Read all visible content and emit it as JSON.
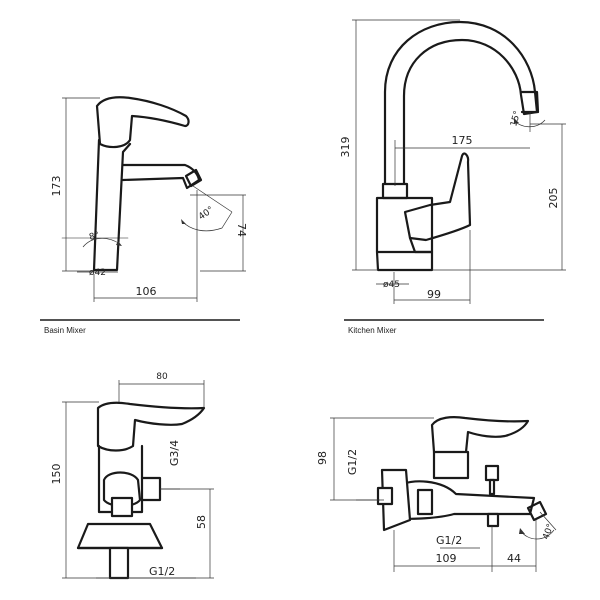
{
  "views": {
    "basin": {
      "caption": "Basin Mixer",
      "height": "173",
      "spout_height": "74",
      "diameter": "ø42",
      "reach": "106",
      "angle_spout": "40°",
      "angle_body": "8°"
    },
    "kitchen": {
      "caption": "Kitchen Mixer",
      "height": "319",
      "spout_reach": "175",
      "spout_height": "205",
      "diameter": "ø45",
      "reach": "99",
      "angle_spout": "15°"
    },
    "wall_basin": {
      "width": "80",
      "height": "150",
      "thread_top": "G3/4",
      "offset": "58",
      "thread_bottom": "G1/2"
    },
    "bath": {
      "height": "98",
      "thread_inlet": "G1/2",
      "thread_outlet": "G1/2",
      "length": "109",
      "spout": "44",
      "angle": "40°"
    }
  }
}
